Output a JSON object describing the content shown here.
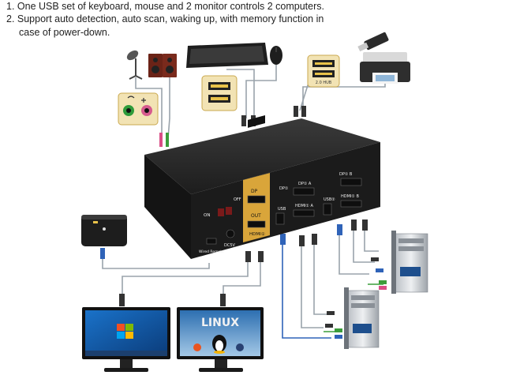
{
  "notes": [
    "1. One USB set of keyboard, mouse and 2 monitor controls 2 computers.",
    "2. Support auto detection, auto scan, waking up,  with memory function in",
    "case of power-down."
  ],
  "device": {
    "port_dp": "DP",
    "port_dp1": "DP①",
    "port_out": "OUT",
    "port_hdmi": "HDMI①",
    "port_off": "OFF",
    "switch_on": "ON",
    "port_usb": "USB",
    "port_hdmi_a": "HDMI① A",
    "port_dp_a": "DP① A",
    "port_dp_b": "DP① B",
    "port_hdmi_b": "HDMI① B",
    "port_usb_b": "USB②",
    "port_dc": "DC5V",
    "port_wired_remote": "Wired Remote"
  },
  "hub_label": "2.0 HUB",
  "screen2_text": "LINUX",
  "colors": {
    "kvm_body": "#1b1b1b",
    "gold_panel": "#d9a53a",
    "cable_grey": "#9aa3ab",
    "cable_blue": "#2f63b8",
    "cable_green": "#3b9d3b",
    "cable_pink": "#d94d86"
  }
}
